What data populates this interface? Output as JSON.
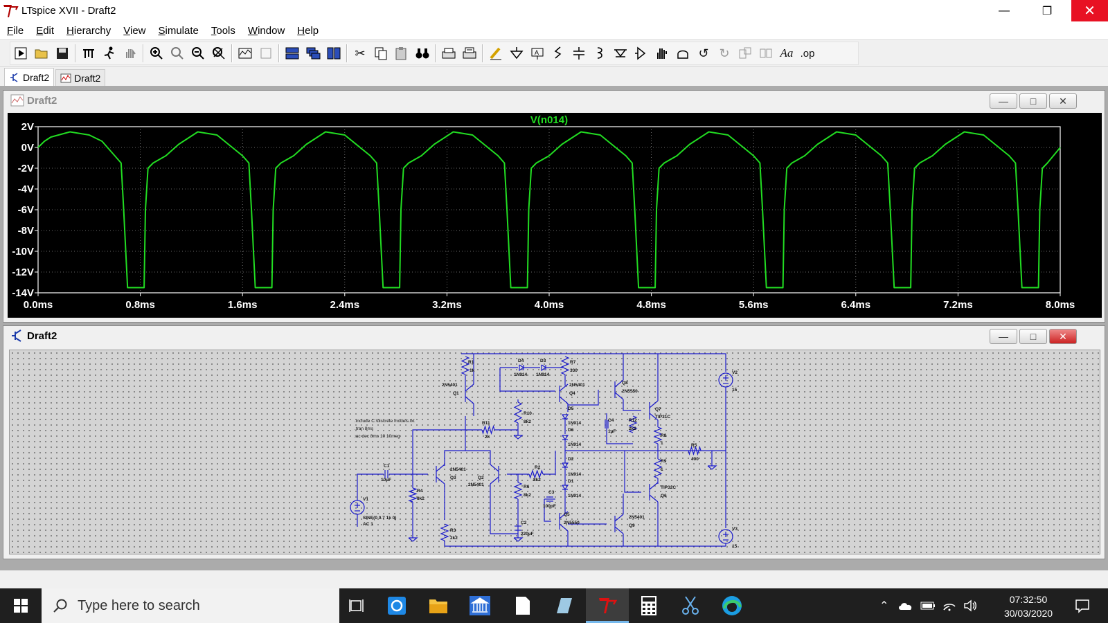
{
  "window": {
    "title": "LTspice XVII - Draft2"
  },
  "menu": [
    "File",
    "Edit",
    "Hierarchy",
    "View",
    "Simulate",
    "Tools",
    "Window",
    "Help"
  ],
  "toolbar": {
    "font_label": "Aa",
    "op_label": ".op"
  },
  "tabs": [
    {
      "label": "Draft2",
      "kind": "schematic",
      "active": true
    },
    {
      "label": "Draft2",
      "kind": "waveform",
      "active": false
    }
  ],
  "plot_window": {
    "title": "Draft2",
    "trace_name": "V(n014)",
    "trace_color": "#22dd22",
    "y_ticks": [
      "2V",
      "0V",
      "-2V",
      "-4V",
      "-6V",
      "-8V",
      "-10V",
      "-12V",
      "-14V"
    ],
    "x_ticks": [
      "0.0ms",
      "0.8ms",
      "1.6ms",
      "2.4ms",
      "3.2ms",
      "4.0ms",
      "4.8ms",
      "5.6ms",
      "6.4ms",
      "7.2ms",
      "8.0ms"
    ]
  },
  "chart_data": {
    "type": "line",
    "title": "V(n014)",
    "xlabel": "",
    "ylabel": "",
    "xlim": [
      0,
      8.0
    ],
    "ylim": [
      -14,
      2
    ],
    "x_unit": "ms",
    "y_unit": "V",
    "grid": true,
    "series": [
      {
        "name": "V(n014)",
        "x": [
          0.0,
          0.05,
          0.1,
          0.25,
          0.4,
          0.5,
          0.6,
          0.65,
          0.67,
          0.7,
          0.83,
          0.84,
          0.86,
          0.9,
          1.0,
          1.1,
          1.25,
          1.4,
          1.6,
          1.65,
          1.67,
          1.7,
          1.83,
          1.84,
          1.86,
          1.9,
          2.0,
          2.1,
          2.25,
          2.4,
          2.6,
          2.65,
          2.67,
          2.7,
          2.83,
          2.84,
          2.86,
          2.9,
          3.0,
          3.1,
          3.25,
          3.4,
          3.6,
          3.65,
          3.67,
          3.7,
          3.83,
          3.84,
          3.86,
          3.9,
          4.0,
          4.1,
          4.25,
          4.4,
          4.6,
          4.65,
          4.67,
          4.7,
          4.83,
          4.84,
          4.86,
          4.9,
          5.0,
          5.1,
          5.25,
          5.4,
          5.6,
          5.65,
          5.67,
          5.7,
          5.83,
          5.84,
          5.86,
          5.9,
          6.0,
          6.1,
          6.25,
          6.4,
          6.6,
          6.65,
          6.67,
          6.7,
          6.83,
          6.84,
          6.86,
          6.9,
          7.0,
          7.1,
          7.25,
          7.4,
          7.6,
          7.65,
          7.67,
          7.7,
          7.83,
          7.84,
          7.86,
          7.9,
          8.0
        ],
        "y": [
          0.0,
          0.6,
          1.0,
          1.5,
          1.2,
          0.6,
          -0.8,
          -1.5,
          -6.0,
          -13.5,
          -13.5,
          -6.0,
          -2.0,
          -1.5,
          -0.8,
          0.3,
          1.5,
          1.2,
          -0.8,
          -1.5,
          -6.0,
          -13.5,
          -13.5,
          -6.0,
          -2.0,
          -1.5,
          -0.8,
          0.3,
          1.5,
          1.2,
          -0.8,
          -1.5,
          -6.0,
          -13.5,
          -13.5,
          -6.0,
          -2.0,
          -1.5,
          -0.8,
          0.3,
          1.5,
          1.2,
          -0.8,
          -1.5,
          -6.0,
          -13.5,
          -13.5,
          -6.0,
          -2.0,
          -1.5,
          -0.8,
          0.3,
          1.5,
          1.2,
          -0.8,
          -1.5,
          -6.0,
          -13.5,
          -13.5,
          -6.0,
          -2.0,
          -1.5,
          -0.8,
          0.3,
          1.5,
          1.2,
          -0.8,
          -1.5,
          -6.0,
          -13.5,
          -13.5,
          -6.0,
          -2.0,
          -1.5,
          -0.8,
          0.3,
          1.5,
          1.2,
          -0.8,
          -1.5,
          -6.0,
          -13.5,
          -13.5,
          -6.0,
          -2.0,
          -1.5,
          -0.8,
          0.3,
          1.5,
          1.2,
          -0.8,
          -1.5,
          -6.0,
          -13.5,
          -13.5,
          -6.0,
          -2.0,
          -1.5,
          0.0
        ]
      }
    ]
  },
  "schematic_window": {
    "title": "Draft2",
    "wire_color": "#1a1acc",
    "directives": [
      ".include C:\\discrete models.txt",
      ".tran 8ms",
      ";ac dec 8ms 10 10meg"
    ],
    "labels": {
      "r1": "R1",
      "r1v": "1k",
      "d4": "D4",
      "d4v": "1N914",
      "d3": "D3",
      "d3v": "1N914",
      "r7": "R7",
      "r7v": "330",
      "q1m": "2N5401",
      "q1": "Q1",
      "q4m": "2N5401",
      "q4": "Q4",
      "q8": "Q8",
      "q8m": "2N5550",
      "q7": "Q7",
      "q7m": "TIP31C",
      "r10": "R10",
      "r10v": "8k2",
      "d5": "D5",
      "d5v": "1N914",
      "d6": "D6",
      "d6v": "1N914",
      "c4": "C4",
      "c4v": "1µF",
      "r12": "R12",
      "r12v": "2k2",
      "r8": "R8",
      "r8v": "1",
      "r11": "R11",
      "r11v": "2k",
      "r5": "R5",
      "r5v": "400",
      "c1": "C1",
      "c1v": "10µF",
      "q3m": "2N5401",
      "q3": "Q3",
      "q2": "Q2",
      "q2m": "2N5401",
      "r2": "R2",
      "r2v": "8k2",
      "d2": "D2",
      "d2v": "1N914",
      "d1": "D1",
      "d1v": "1N914",
      "r9": "R9",
      "r9v": "1",
      "r4": "R4",
      "r4v": "8k2",
      "r6": "R6",
      "r6v": "8k2",
      "c3": "C3",
      "c3v": "100pF",
      "q6m": "TIP32C",
      "q6": "Q6",
      "v1": "V1",
      "v1v": "SINE(0 0.7 1k 0)",
      "v1ac": "AC 1",
      "q5": "Q5",
      "q5m": "2N5550",
      "q9m": "2N5401",
      "q9": "Q9",
      "c2": "C2",
      "c2v": "220µF",
      "r3": "R3",
      "r3v": "2k2",
      "v2": "V2",
      "v2v": "15",
      "v3": "V3",
      "v3v": "15"
    }
  },
  "taskbar": {
    "search_placeholder": "Type here to search",
    "time": "07:32:50",
    "date": "30/03/2020"
  }
}
